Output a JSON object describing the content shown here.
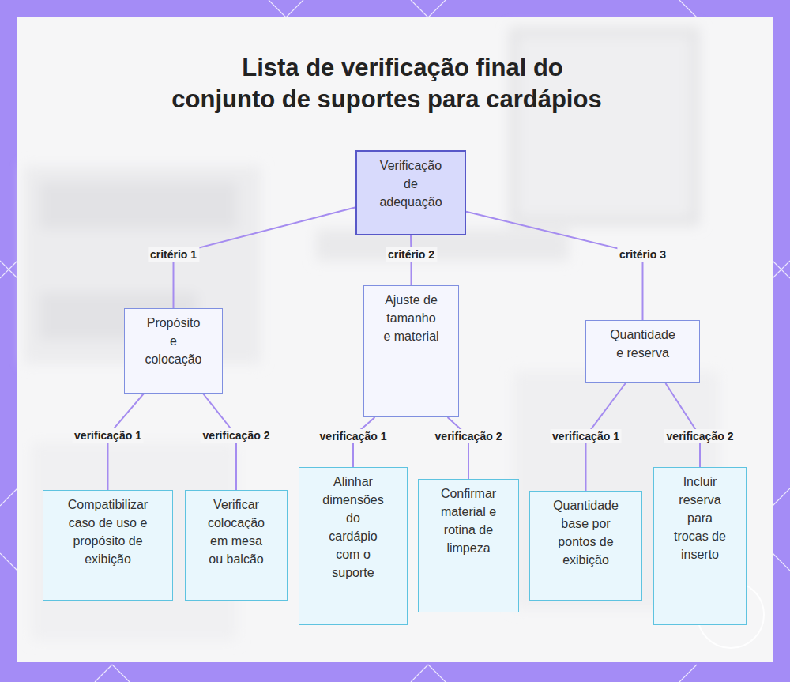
{
  "diagram": {
    "title": "Lista de verificação final do conjunto de suportes para cardápios",
    "nodes": [
      {
        "text": [
          "Verificação de adequação"
        ]
      },
      {
        "text": [
          "Propósito e colocação"
        ]
      },
      {
        "text": [
          "Ajuste de tamanho e material"
        ]
      },
      {
        "text": [
          "Quantidade e reserva"
        ]
      },
      {
        "text": [
          "Compatibilizar caso de uso e propósito de exibição"
        ]
      },
      {
        "text": [
          "Verificar colocação em mesa ou balcão"
        ]
      },
      {
        "text": [
          "Alinhar dimensões do cardápio com o suporte"
        ]
      },
      {
        "text": [
          "Confirmar material e rotina de limpeza"
        ]
      },
      {
        "text": [
          "Quantidade base por pontos de exibição"
        ]
      },
      {
        "text": [
          "Incluir reserva para trocas de inserto"
        ]
      }
    ],
    "edges": [
      {
        "from": 0,
        "to": 1,
        "arrow": "none",
        "label": "critério 1"
      },
      {
        "from": 0,
        "to": 2,
        "arrow": "none",
        "label": "critério 2"
      },
      {
        "from": 0,
        "to": 3,
        "arrow": "none",
        "label": "critério 3"
      },
      {
        "from": 1,
        "to": 4,
        "arrow": "none",
        "label": "verificação 1"
      },
      {
        "from": 1,
        "to": 5,
        "arrow": "none",
        "label": "verificação 2"
      },
      {
        "from": 2,
        "to": 6,
        "arrow": "none",
        "label": "verificação 1"
      },
      {
        "from": 2,
        "to": 7,
        "arrow": "none",
        "label": "verificação 2"
      },
      {
        "from": 3,
        "to": 8,
        "arrow": "none",
        "label": "verificação 1"
      },
      {
        "from": 3,
        "to": 9,
        "arrow": "none",
        "label": "verificação 2"
      }
    ]
  }
}
